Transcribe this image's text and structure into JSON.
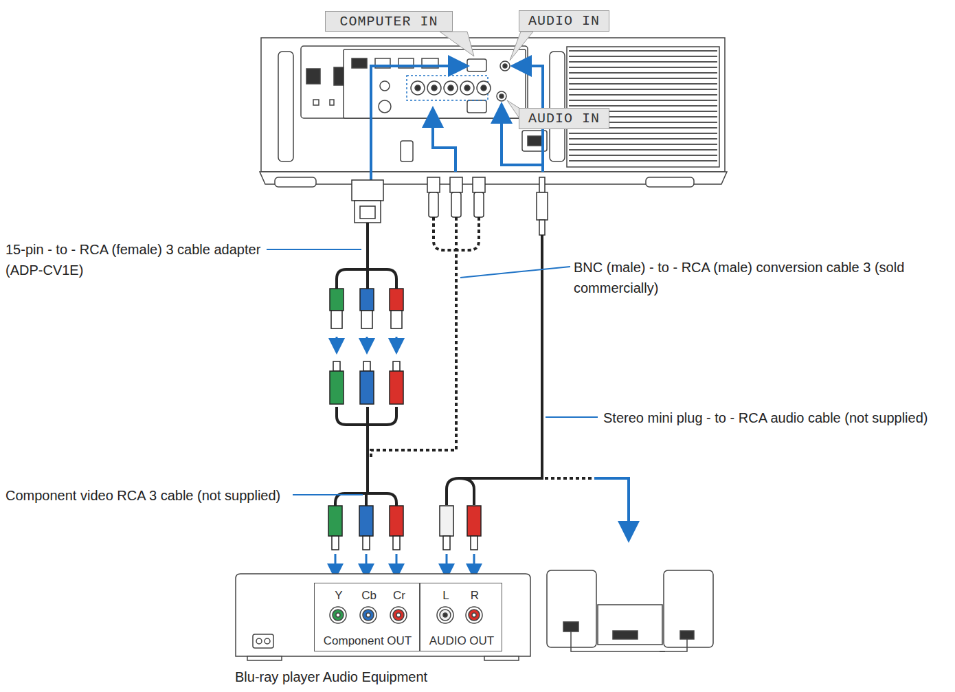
{
  "diagram": {
    "nodes": [
      {
        "text": [
          "COMPUTER IN"
        ]
      },
      {
        "text": [
          "AUDIO IN"
        ]
      },
      {
        "text": [
          "AUDIO IN"
        ]
      },
      {
        "text": [
          "Y",
          "Cb",
          "Cr",
          "Component OUT"
        ]
      },
      {
        "text": [
          "L",
          "R",
          "AUDIO OUT"
        ]
      }
    ],
    "labels": [
      "15-pin - to - RCA (female)   3 cable adapter (ADP-CV1E)",
      "BNC (male) - to - RCA (male) conversion cable   3 (sold commercially)",
      "Stereo mini plug - to - RCA audio cable (not supplied)",
      "Component video RCA   3 cable (not supplied)"
    ],
    "caption": "Blu-ray player Audio Equipment"
  }
}
